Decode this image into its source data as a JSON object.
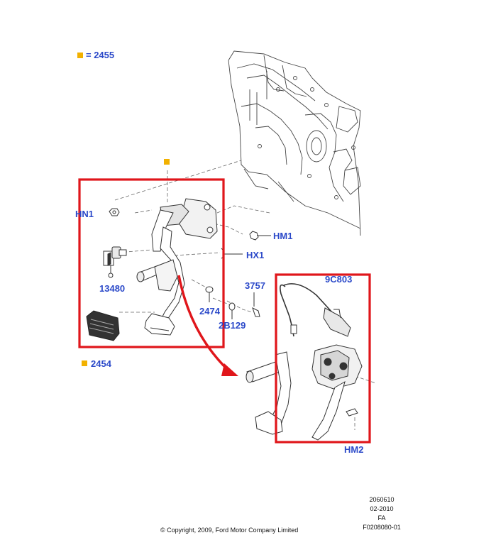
{
  "legend": {
    "marker_color": "#f2b100",
    "text": "= 2455"
  },
  "callouts": {
    "hn1": "HN1",
    "hm1": "HM1",
    "hx1": "HX1",
    "c13480": "13480",
    "c3757": "3757",
    "c2474": "2474",
    "c2b129": "2B129",
    "c9c803": "9C803",
    "c2454": "2454",
    "hm2": "HM2"
  },
  "colors": {
    "callout": "#2b49c9",
    "frame": "#e0161b",
    "marker": "#f2b100"
  },
  "copyright": "© Copyright, 2009, Ford Motor Company Limited",
  "reference": [
    "2060610",
    "02-2010",
    "FA",
    "F0208080-01"
  ]
}
